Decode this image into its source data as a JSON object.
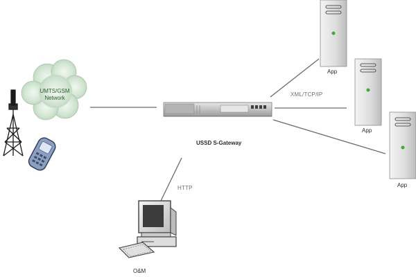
{
  "network": {
    "line1": "UMTS/GSM",
    "line2": "Network"
  },
  "gateway": {
    "label": "USSD S-Gateway"
  },
  "protocols": {
    "app_link": "XML/TCP/IP",
    "om_link": "HTTP"
  },
  "apps": [
    {
      "label": "App"
    },
    {
      "label": "App"
    },
    {
      "label": "App"
    }
  ],
  "om": {
    "label": "O&M"
  },
  "colors": {
    "line": "#6a6a6a",
    "cloud": "#c5dcc5",
    "server_body": "#dedede",
    "server_led": "#3caa3c",
    "gateway_body": "#c8c8c8"
  }
}
